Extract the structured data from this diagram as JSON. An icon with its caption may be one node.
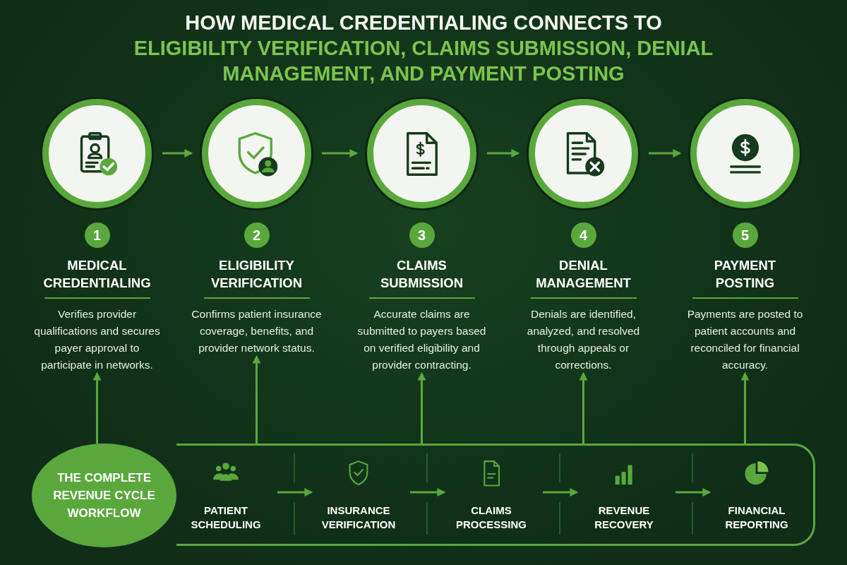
{
  "diagram": {
    "title": "HOW MEDICAL CREDENTIALING CONNECTS TO **ELIGIBILITY VERIFICATION, CLAIMS SUBMISSION, DENIAL MANAGEMENT, AND PAYMENT POSTING**",
    "nodes": [
      {
        "text": [
          "1",
          "MEDICAL CREDENTIALING",
          "Verifies provider qualifications and secures payer approval to participate in networks."
        ]
      },
      {
        "text": [
          "2",
          "ELIGIBILITY VERIFICATION",
          "Confirms patient insurance coverage, benefits, and provider network status."
        ]
      },
      {
        "text": [
          "3",
          "CLAIMS SUBMISSION",
          "Accurate claims are submitted to payers based on verified eligibility and provider contracting."
        ]
      },
      {
        "text": [
          "4",
          "DENIAL MANAGEMENT",
          "Denials are identified, analyzed, and resolved through appeals or corrections."
        ]
      },
      {
        "text": [
          "5",
          "PAYMENT POSTING",
          "Payments are posted to patient accounts and reconciled for financial accuracy."
        ]
      },
      {
        "text": [],
        "shape": "box"
      },
      {
        "text": [
          "THE COMPLETE REVENUE CYCLE WORKFLOW"
        ]
      },
      {
        "text": [
          "PATIENT SCHEDULING"
        ],
        "in": 5
      },
      {
        "text": [
          "INSURANCE VERIFICATION"
        ],
        "in": 5
      },
      {
        "text": [
          "CLAIMS PROCESSING"
        ],
        "in": 5
      },
      {
        "text": [
          "REVENUE RECOVERY"
        ],
        "in": 5
      },
      {
        "text": [
          "FINANCIAL REPORTING"
        ],
        "in": 5
      }
    ],
    "edges": [
      {
        "from": 0,
        "to": 1,
        "arrow": "to"
      },
      {
        "from": 1,
        "to": 2,
        "arrow": "to"
      },
      {
        "from": 2,
        "to": 3,
        "arrow": "to"
      },
      {
        "from": 3,
        "to": 4,
        "arrow": "to"
      },
      {
        "from": 6,
        "to": 0,
        "arrow": "to"
      },
      {
        "from": 5,
        "to": 1,
        "arrow": "to"
      },
      {
        "from": 5,
        "to": 2,
        "arrow": "to"
      },
      {
        "from": 5,
        "to": 3,
        "arrow": "to"
      },
      {
        "from": 5,
        "to": 4,
        "arrow": "to"
      },
      {
        "from": 7,
        "to": 8,
        "arrow": "to"
      },
      {
        "from": 8,
        "to": 9,
        "arrow": "to"
      },
      {
        "from": 9,
        "to": 10,
        "arrow": "to"
      },
      {
        "from": 10,
        "to": 11,
        "arrow": "to"
      }
    ]
  }
}
